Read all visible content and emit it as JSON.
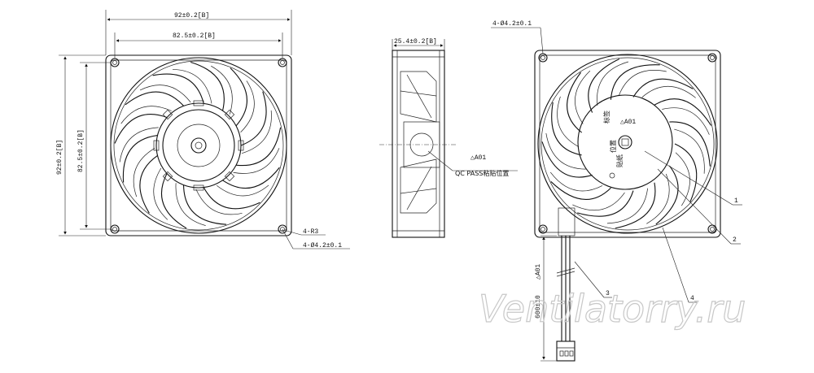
{
  "front_view": {
    "overall_width": "92±0.2[B]",
    "hole_spacing_width": "82.5±0.2[B]",
    "overall_height": "92±0.2[B]",
    "hole_spacing_height": "82.5±0.2[B]",
    "corner_radius": "4-R3",
    "holes": "4-Ø4.2±0.1"
  },
  "side_view": {
    "thickness": "25.4±0.2[B]",
    "revision": "△A01",
    "qc_label": "QC PASS粘贴位置"
  },
  "rear_view": {
    "holes": "4-Ø4.2±0.1",
    "hub_label_line1": "标签",
    "hub_label_line2": "位置",
    "hub_label_line3": "贴纸",
    "hub_revision": "△A01",
    "lead_revision": "△A01",
    "lead_length": "600±10",
    "callouts": [
      "1",
      "2",
      "3",
      "4"
    ]
  },
  "watermark": "Ventilatorry.ru"
}
